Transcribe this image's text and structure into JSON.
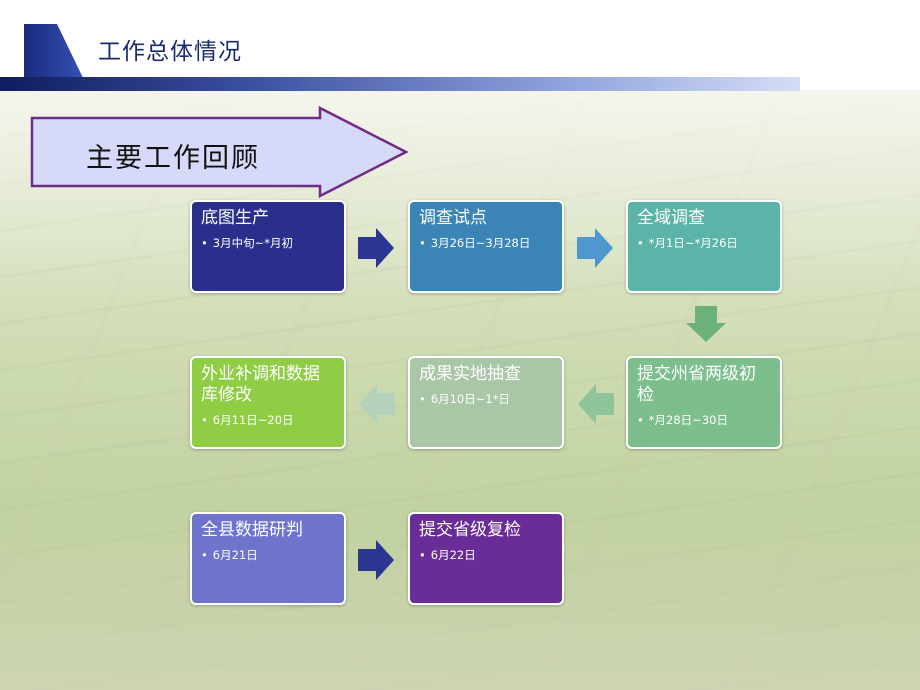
{
  "header": {
    "title": "工作总体情况"
  },
  "banner": {
    "label": "主要工作回顾"
  },
  "steps": [
    {
      "title": "底图生产",
      "date": "3月中旬~*月初",
      "color": "#2a2f8c"
    },
    {
      "title": "调查试点",
      "date": "3月26日~3月28日",
      "color": "#3b84b6"
    },
    {
      "title": "全域调查",
      "date": "*月1日~*月26日",
      "color": "#5cb4a8"
    },
    {
      "title": "提交州省两级初检",
      "date": "*月28日~30日",
      "color": "#7cbf8c"
    },
    {
      "title": "成果实地抽查",
      "date": "6月10日~1*日",
      "color": "#a9c6a7"
    },
    {
      "title": "外业补调和数据库修改",
      "date": "6月11日~20日",
      "color": "#8fcd45"
    },
    {
      "title": "全县数据研判",
      "date": "6月21日",
      "color": "#6e74cc"
    },
    {
      "title": "提交省级复检",
      "date": "6月22日",
      "color": "#6a2d98"
    }
  ],
  "colors": {
    "header_accent": "#1d2a6e",
    "banner_fill": "#d6d9f7",
    "banner_stroke": "#6f2b86",
    "arrow_dark": "#2c3592",
    "arrow_blue": "#4f97cf",
    "arrow_green": "#6cb07c",
    "arrow_pale": "#b4d2ba"
  }
}
